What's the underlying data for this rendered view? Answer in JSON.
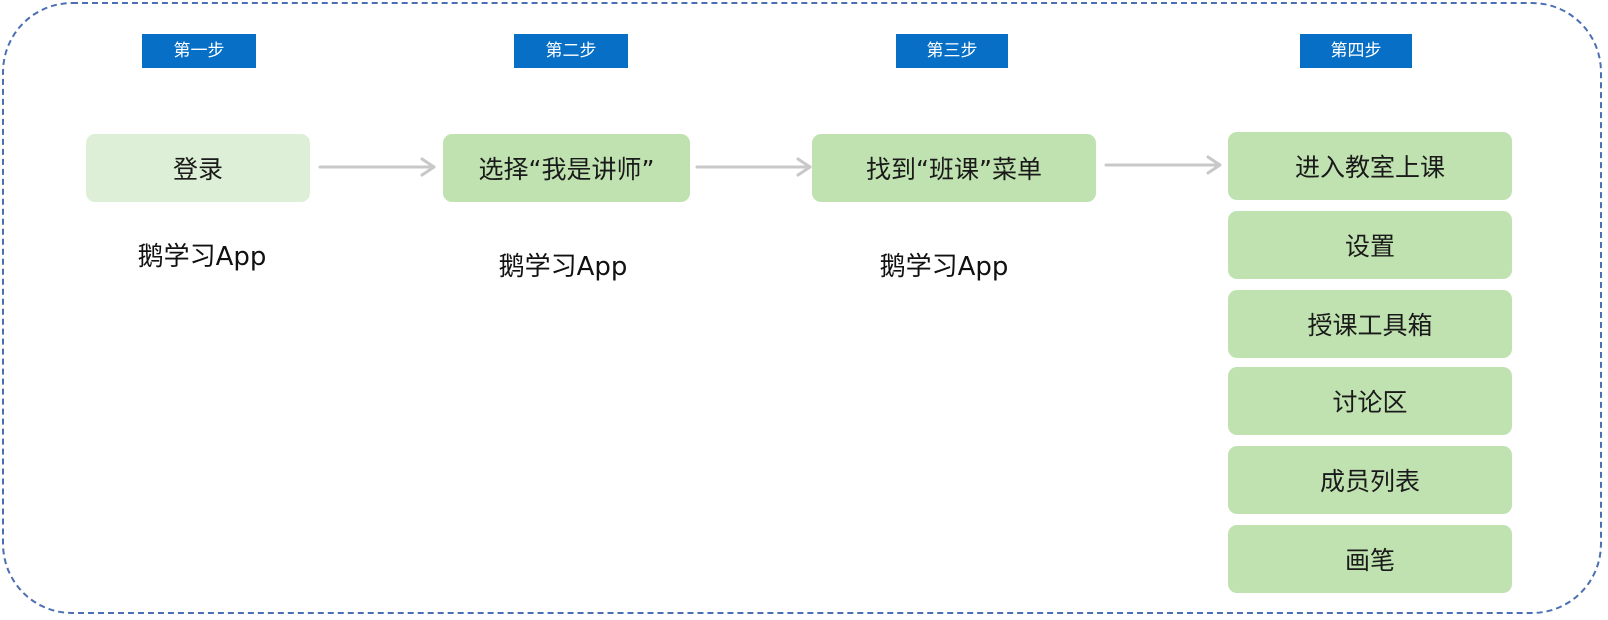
{
  "steps": [
    {
      "tag": "第一步",
      "box": "登录",
      "caption": "鹅学习App"
    },
    {
      "tag": "第二步",
      "box": "选择“我是讲师”",
      "caption": "鹅学习App"
    },
    {
      "tag": "第三步",
      "box": "找到“班课”菜单",
      "caption": "鹅学习App"
    },
    {
      "tag": "第四步",
      "items": [
        "进入教室上课",
        "设置",
        "授课工具箱",
        "讨论区",
        "成员列表",
        "画笔"
      ]
    }
  ],
  "colors": {
    "tag_bg": "#0770c6",
    "box_bg": "#c0e2b0",
    "box_light_bg": "#ddefd6",
    "frame_border": "#4a6fb2",
    "arrow": "#c8c8c8"
  }
}
